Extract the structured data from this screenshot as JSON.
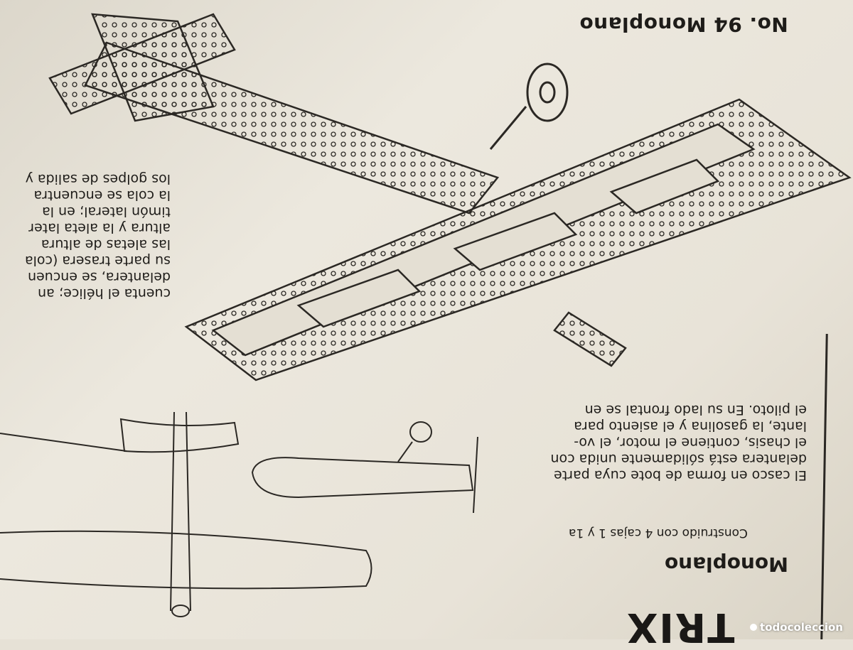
{
  "heading_top": {
    "number": "No. 94",
    "title": "Monoplano"
  },
  "section": {
    "title": "Monoplano",
    "subtitle": "Construido con 4 cajas 1 y 1a"
  },
  "paragraph": [
    "El casco en forma de bote cuya parte",
    "delantera está sólidamente unida con",
    "el chasis, contiene el motor, el vo-",
    "lante, la gasolina y el asiento para",
    "el piloto.  En su lado frontal se en"
  ],
  "left_fragment": [
    "cuenta el hélice; an",
    "delantera, se encuen",
    "su parte trasera (cola",
    "las aletas de altura",
    "altura y la aleta later",
    "timón lateral; en la",
    "la cola se encuentra",
    "los golpes de salida y"
  ],
  "brand": "TRIX",
  "watermark": "todocoleccion",
  "colors": {
    "paper": "#e6e1d6",
    "ink": "#1e1c19"
  }
}
